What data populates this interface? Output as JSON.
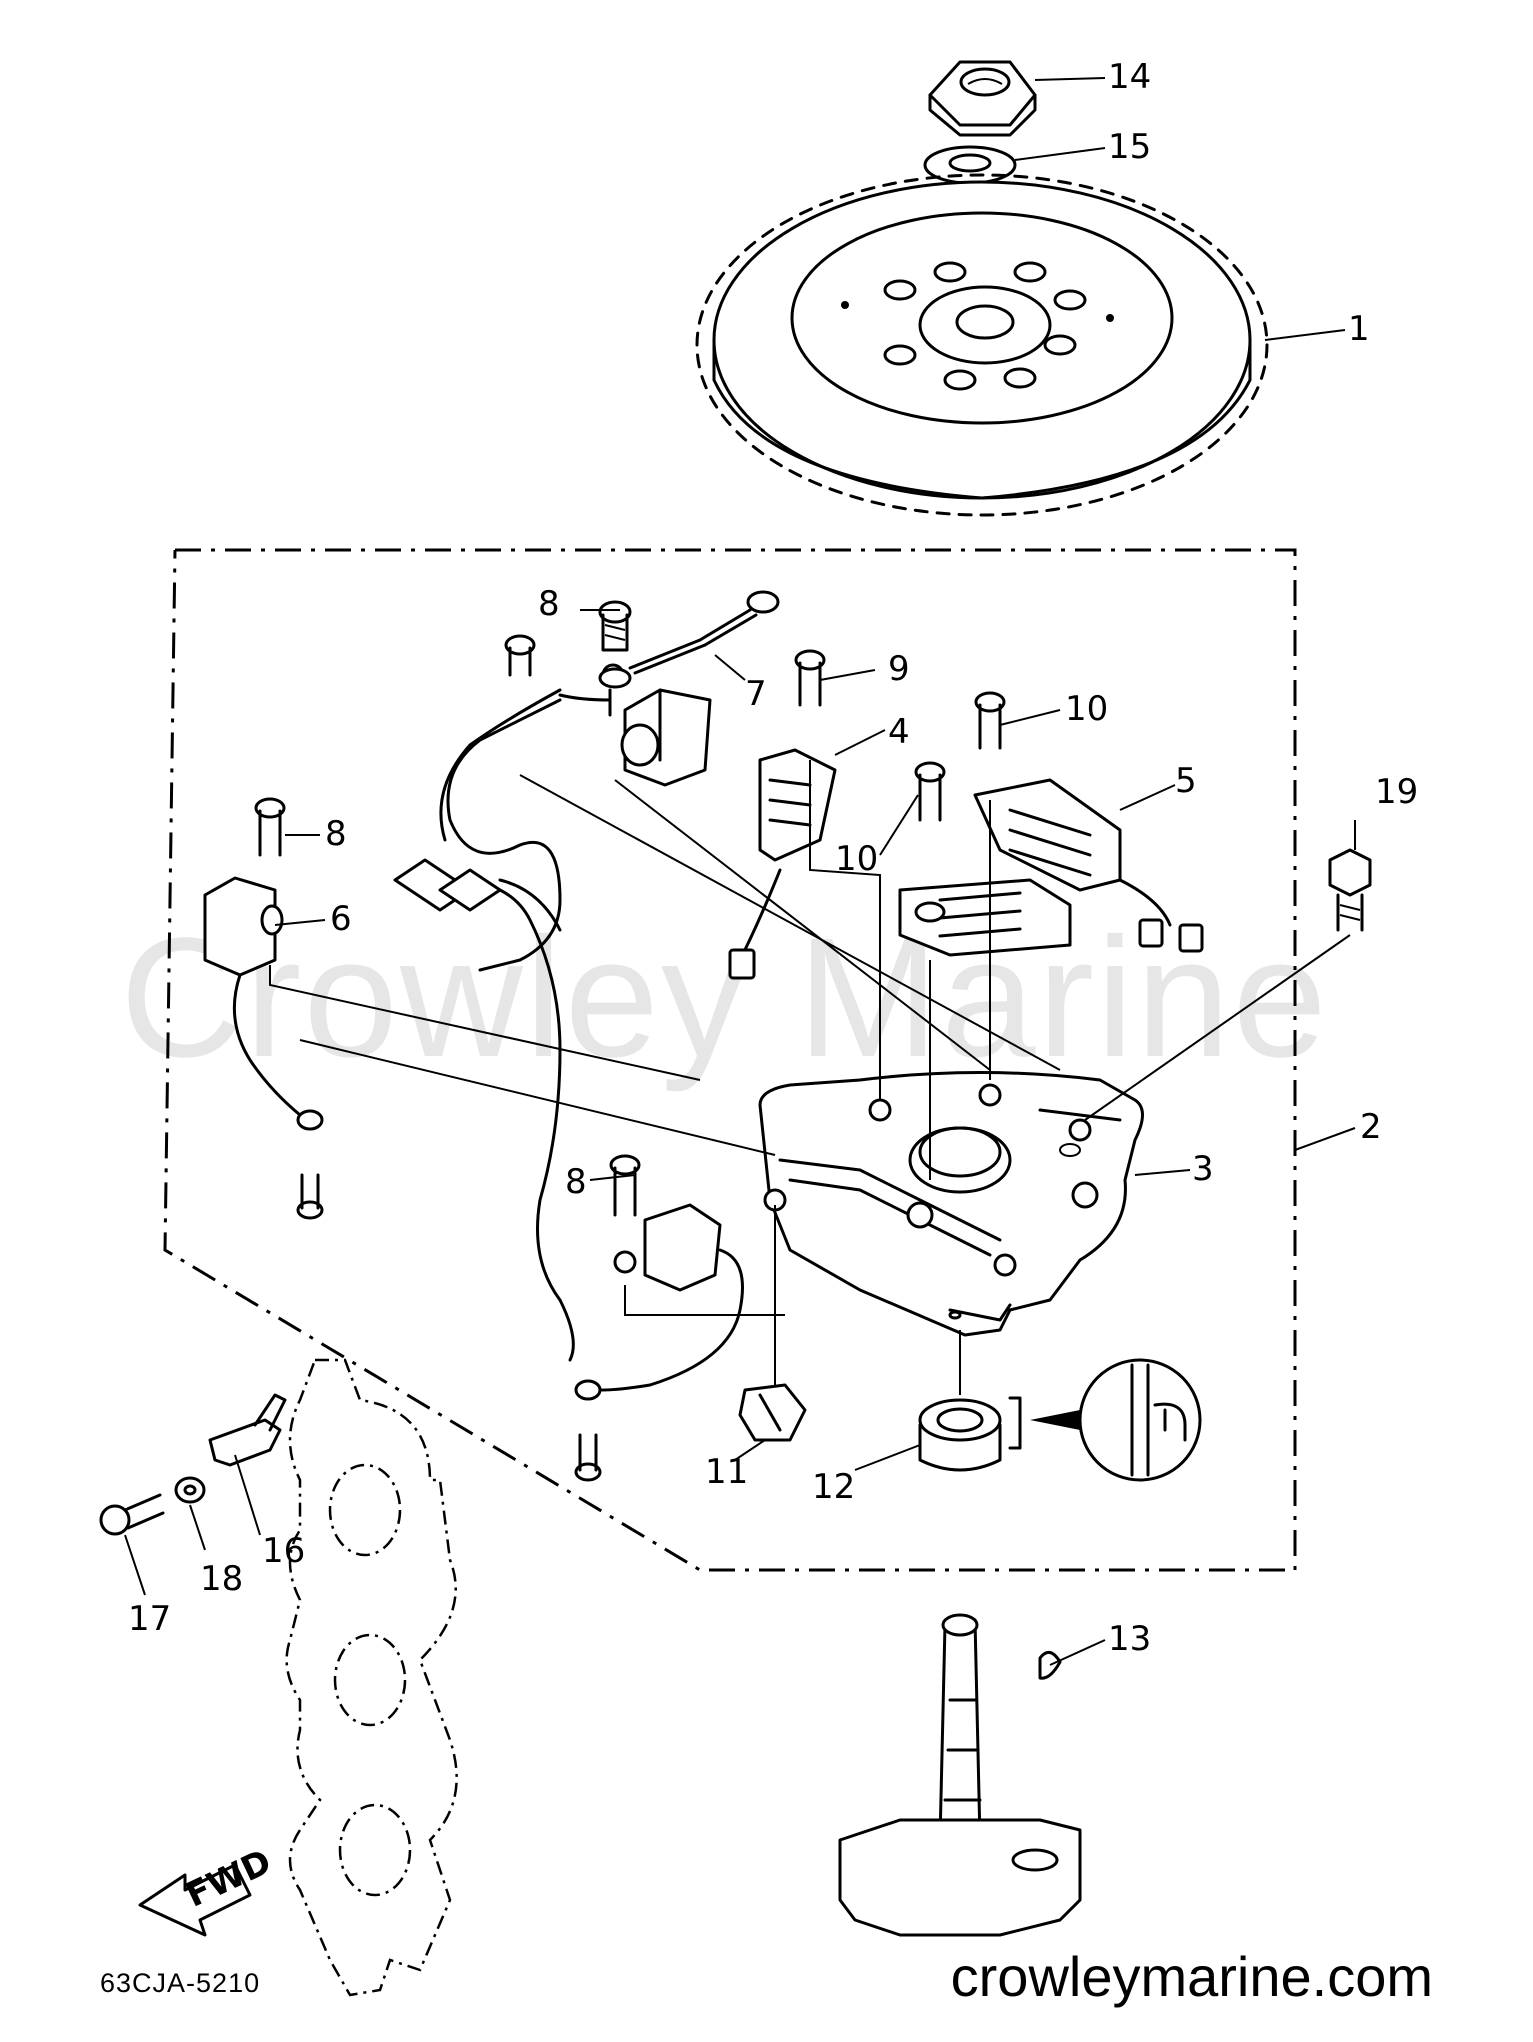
{
  "watermark": "Crowley Marine",
  "part_number": "63CJA-5210",
  "site_url": "crowleymarine.com",
  "fwd_arrow_label": "FWD",
  "callouts": {
    "c1": "1",
    "c2": "2",
    "c3": "3",
    "c4": "4",
    "c5": "5",
    "c6": "6",
    "c7": "7",
    "c8a": "8",
    "c8b": "8",
    "c8c": "8",
    "c9": "9",
    "c10a": "10",
    "c10b": "10",
    "c11": "11",
    "c12": "12",
    "c13": "13",
    "c14": "14",
    "c15": "15",
    "c16": "16",
    "c17": "17",
    "c18": "18",
    "c19": "19"
  },
  "icons": {
    "flywheel": "flywheel-icon",
    "base": "stator-base-icon",
    "pulser_coil": "pulser-coil-icon",
    "charge_coil": "charge-coil-icon",
    "oil_seal": "oil-seal-icon",
    "crankshaft": "crankshaft-icon",
    "cylinder_block": "cylinder-block-outline-icon"
  },
  "colors": {
    "ink": "#000000",
    "paper": "#ffffff",
    "watermark": "#e6e6e6"
  }
}
